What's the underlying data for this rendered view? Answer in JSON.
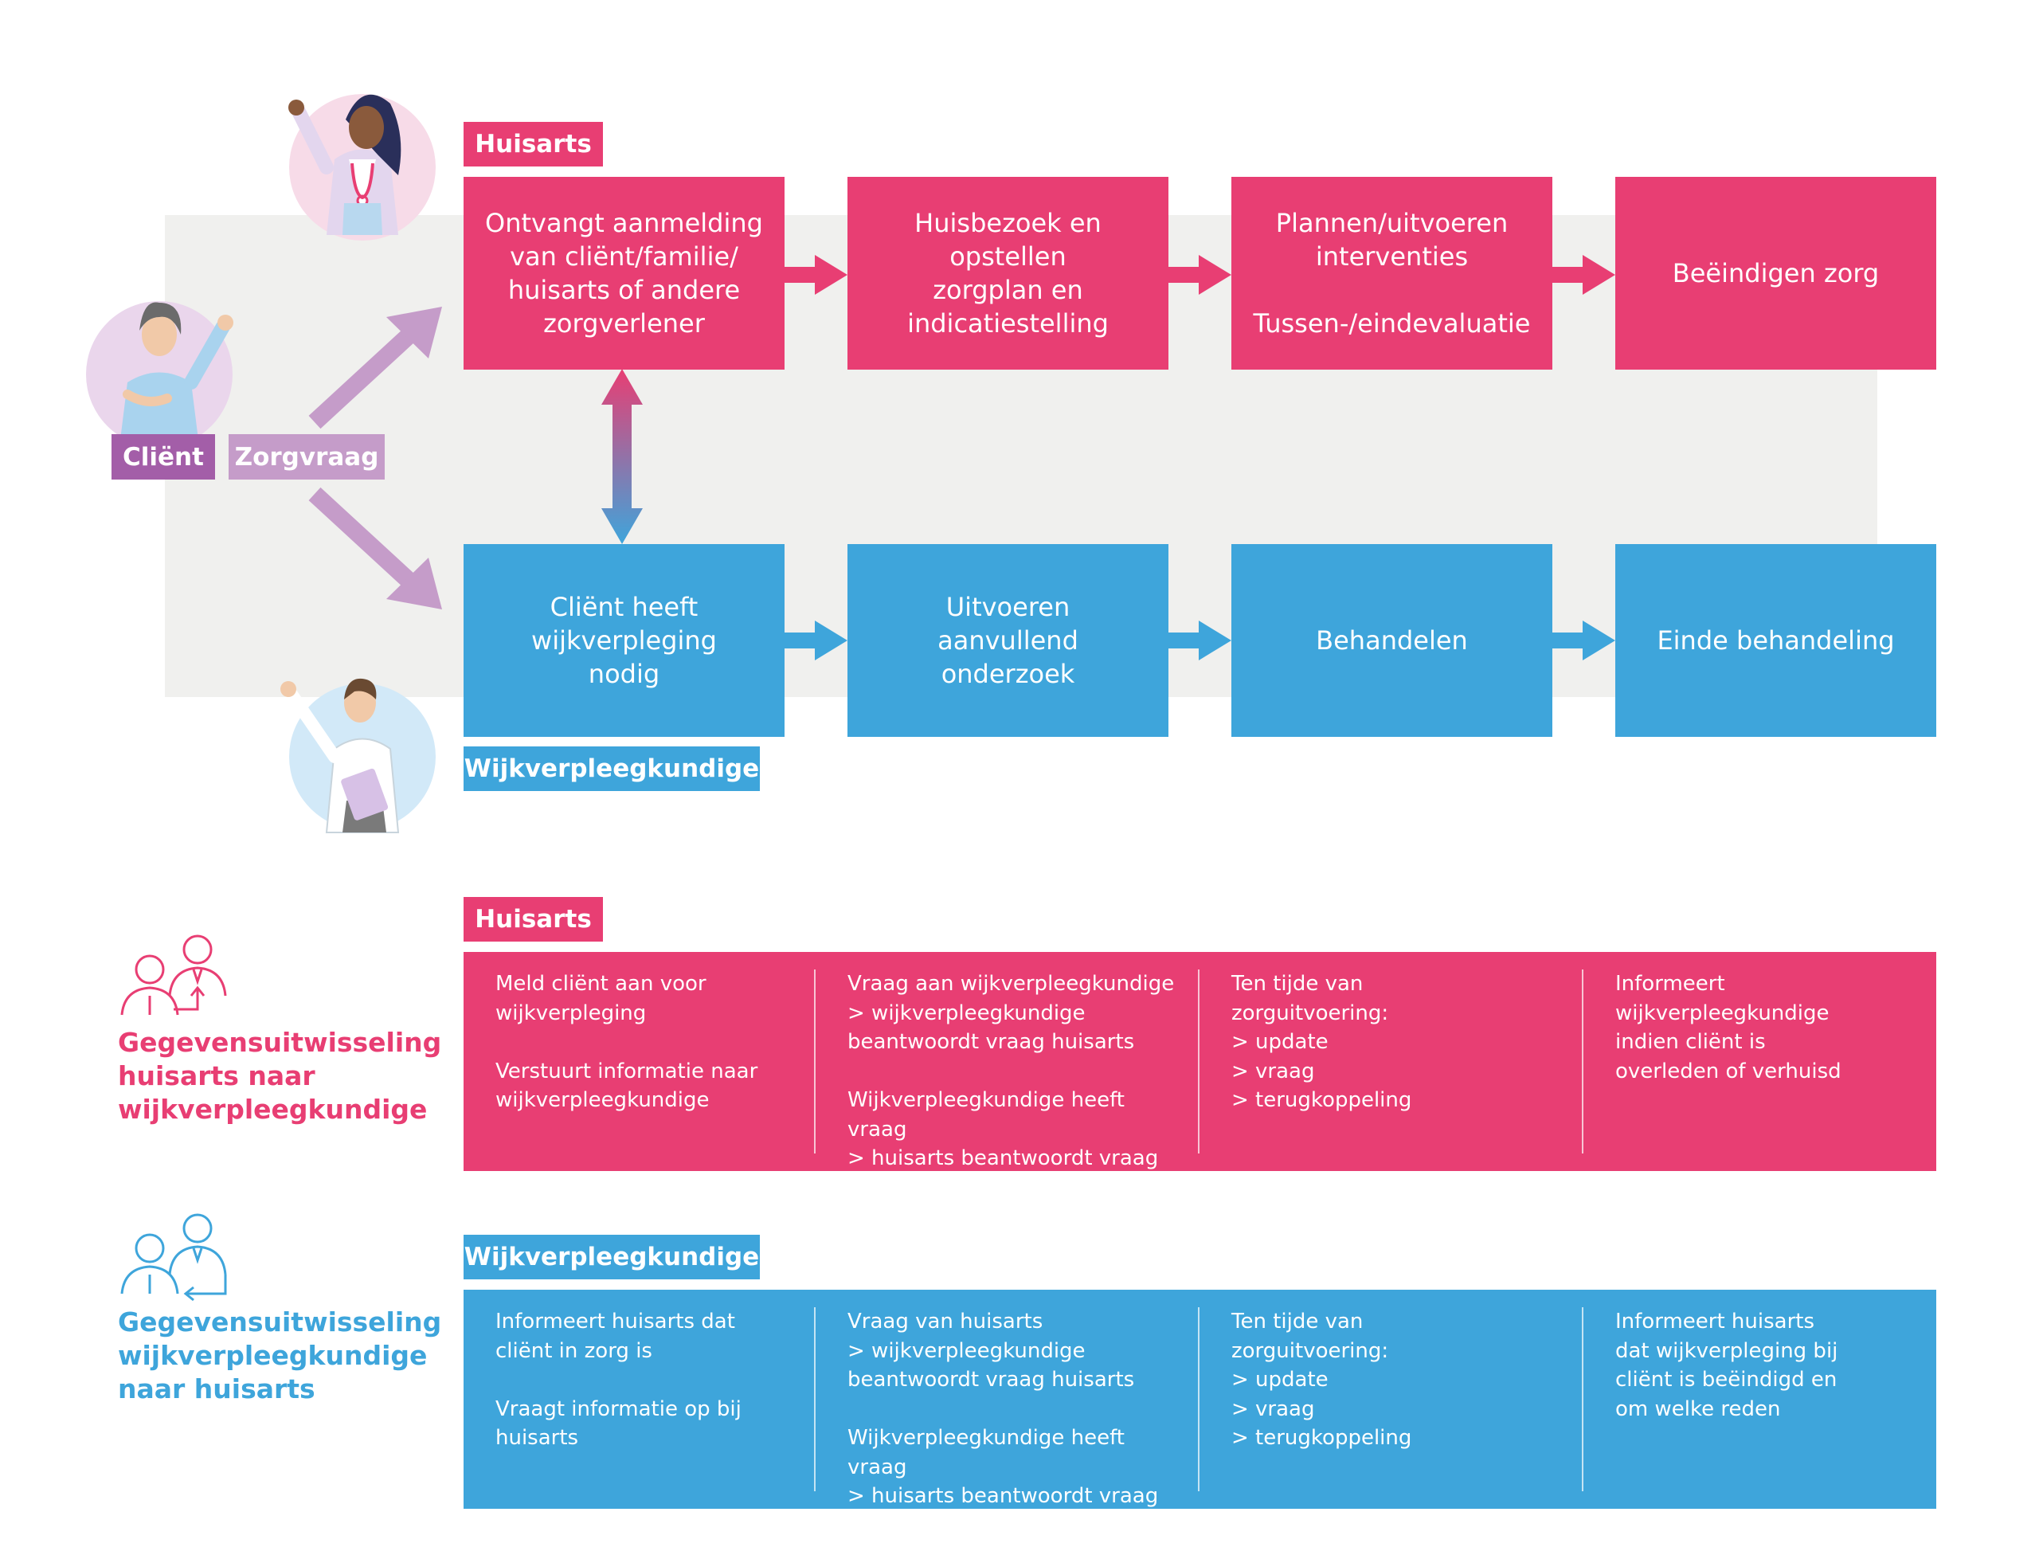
{
  "flow": {
    "client_tag": "Cliënt",
    "zorgvraag_tag": "Zorgvraag",
    "huisarts_tag": "Huisarts",
    "wijk_tag": "Wijkverpleegkundige",
    "huisarts_steps": [
      "Ontvangt aanmelding\nvan cliënt/familie/\nhuisarts of andere\nzorgverlener",
      "Huisbezoek en opstellen\nzorgplan en\nindicatiestelling",
      "Plannen/uitvoeren\ninterventies\n\nTussen-/eindevaluatie",
      "Beëindigen zorg"
    ],
    "wijk_steps": [
      "Cliënt heeft\nwijkverpleging\nnodig",
      "Uitvoeren\naanvullend\nonderzoek",
      "Behandelen",
      "Einde behandeling"
    ]
  },
  "exchange": {
    "huisarts": {
      "tag": "Huisarts",
      "legend": "Gegevensuitwisseling\nhuisarts naar\nwijkverpleegkundige",
      "columns": [
        "Meld cliënt aan voor\nwijkverpleging\n\nVerstuurt informatie naar\nwijkverpleegkundige",
        "Vraag aan wijkverpleegkundige\n> wijkverpleegkundige\nbeantwoordt vraag huisarts\n\nWijkverpleegkundige heeft vraag\n> huisarts beantwoordt vraag",
        "Ten tijde van\nzorguitvoering:\n> update\n> vraag\n> terugkoppeling",
        "Informeert\nwijkverpleegkundige\nindien cliënt is\noverleden of verhuisd"
      ]
    },
    "wijk": {
      "tag": "Wijkverpleegkundige",
      "legend": "Gegevensuitwisseling\nwijkverpleegkundige\nnaar huisarts",
      "columns": [
        "Informeert huisarts dat\ncliënt in zorg is\n\nVraagt informatie op bij\nhuisarts",
        "Vraag van huisarts\n> wijkverpleegkundige\nbeantwoordt vraag huisarts\n\nWijkverpleegkundige heeft vraag\n> huisarts beantwoordt vraag",
        "Ten tijde van\nzorguitvoering:\n> update\n> vraag\n> terugkoppeling",
        "Informeert huisarts\ndat wijkverpleging bij\ncliënt is beëindigd en\nom welke reden"
      ]
    }
  },
  "colors": {
    "pink": "#e83e73",
    "blue": "#3ea5db",
    "purple": "#a35ea8",
    "lavender": "#c59cc9",
    "band": "#f0f0ee"
  }
}
